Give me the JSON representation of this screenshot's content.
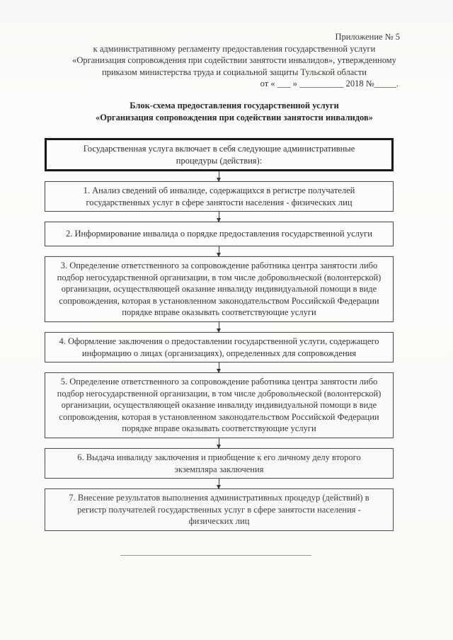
{
  "header": {
    "lines": [
      "Приложение № 5",
      "к административному регламенту предоставления государственной услуги",
      "«Организация сопровождения при содействии занятости инвалидов», утвержденному",
      "приказом министерства труда и социальной защиты Тульской области",
      "от « ___ » __________ 2018 №_____."
    ]
  },
  "title": {
    "lines": [
      "Блок-схема предоставления государственной услуги",
      "«Организация сопровождения при содействии занятости инвалидов»"
    ]
  },
  "flowchart": {
    "intro": {
      "lines": [
        "Государственная услуга включает в себя следующие административные",
        "процедуры (действия):"
      ]
    },
    "steps": [
      {
        "lines": [
          "1. Анализ сведений об инвалиде, содержащихся в регистре получателей",
          "государственных услуг в сфере занятости населения - физических лиц"
        ]
      },
      {
        "lines": [
          "2. Информирование инвалида о порядке предоставления государственной услуги"
        ]
      },
      {
        "lines": [
          "3. Определение ответственного за сопровождение работника центра занятости либо",
          "подбор негосударственной организации, в том числе добровольческой (волонтерской)",
          "организации, осуществляющей оказание инвалиду индивидуальной помощи в виде",
          "сопровождения, которая в установленном законодательством Российской Федерации",
          "порядке вправе оказывать соответствующие услуги"
        ]
      },
      {
        "lines": [
          "4. Оформление заключения о предоставлении государственной услуги, содержащего",
          "информацию о лицах (организациях), определенных для сопровождения"
        ]
      },
      {
        "lines": [
          "5. Определение ответственного за сопровождение работника центра занятости либо",
          "подбор негосударственной организации, в том числе добровольческой (волонтерской)",
          "организации, осуществляющей оказание инвалиду индивидуальной помощи в виде",
          "сопровождения, которая в установленном законодательством Российской Федерации",
          "порядке вправе оказывать соответствующие услуги"
        ]
      },
      {
        "lines": [
          "6. Выдача инвалиду заключения и приобщение к его личному делу второго",
          "экземпляра заключения"
        ]
      },
      {
        "lines": [
          "7. Внесение результатов выполнения административных процедур (действий) в",
          "регистр получателей государственных услуг в сфере занятости населения -",
          "физических лиц"
        ]
      }
    ]
  }
}
